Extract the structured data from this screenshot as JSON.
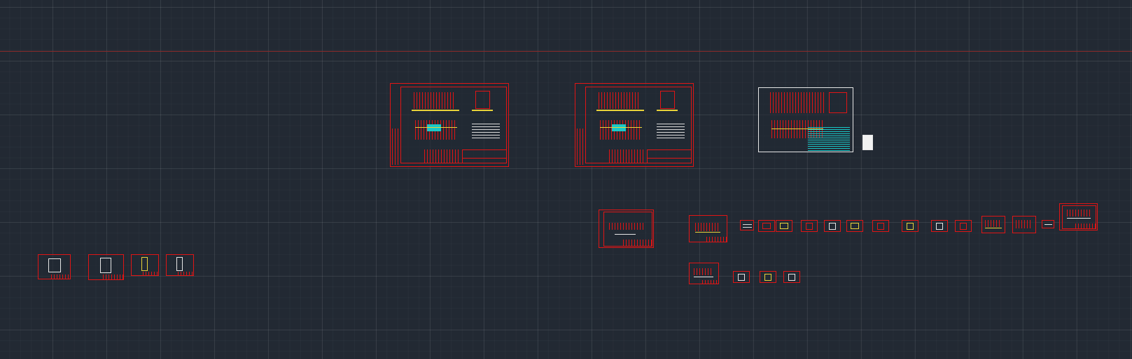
{
  "app": {
    "name": "CAD model space"
  },
  "viewport": {
    "background": "#222933",
    "grid": true,
    "grid_color": "#3a4350",
    "x_axis_color": "#8a2a2a"
  },
  "colors": {
    "frame_red": "#e01515",
    "frame_white": "#e6e6e6",
    "accent_yellow": "#e8d23a",
    "accent_cyan": "#19c8c8"
  },
  "drawings": [
    {
      "id": "large-sheet-1",
      "kind": "large-red"
    },
    {
      "id": "large-sheet-2",
      "kind": "large-red"
    },
    {
      "id": "large-sheet-3",
      "kind": "large-white"
    },
    {
      "id": "mid-sheet",
      "kind": "small-red"
    },
    {
      "id": "small-sheets-row-1",
      "count": 15
    },
    {
      "id": "small-sheets-row-2",
      "count": 4
    },
    {
      "id": "left-sheets",
      "count": 4
    }
  ]
}
